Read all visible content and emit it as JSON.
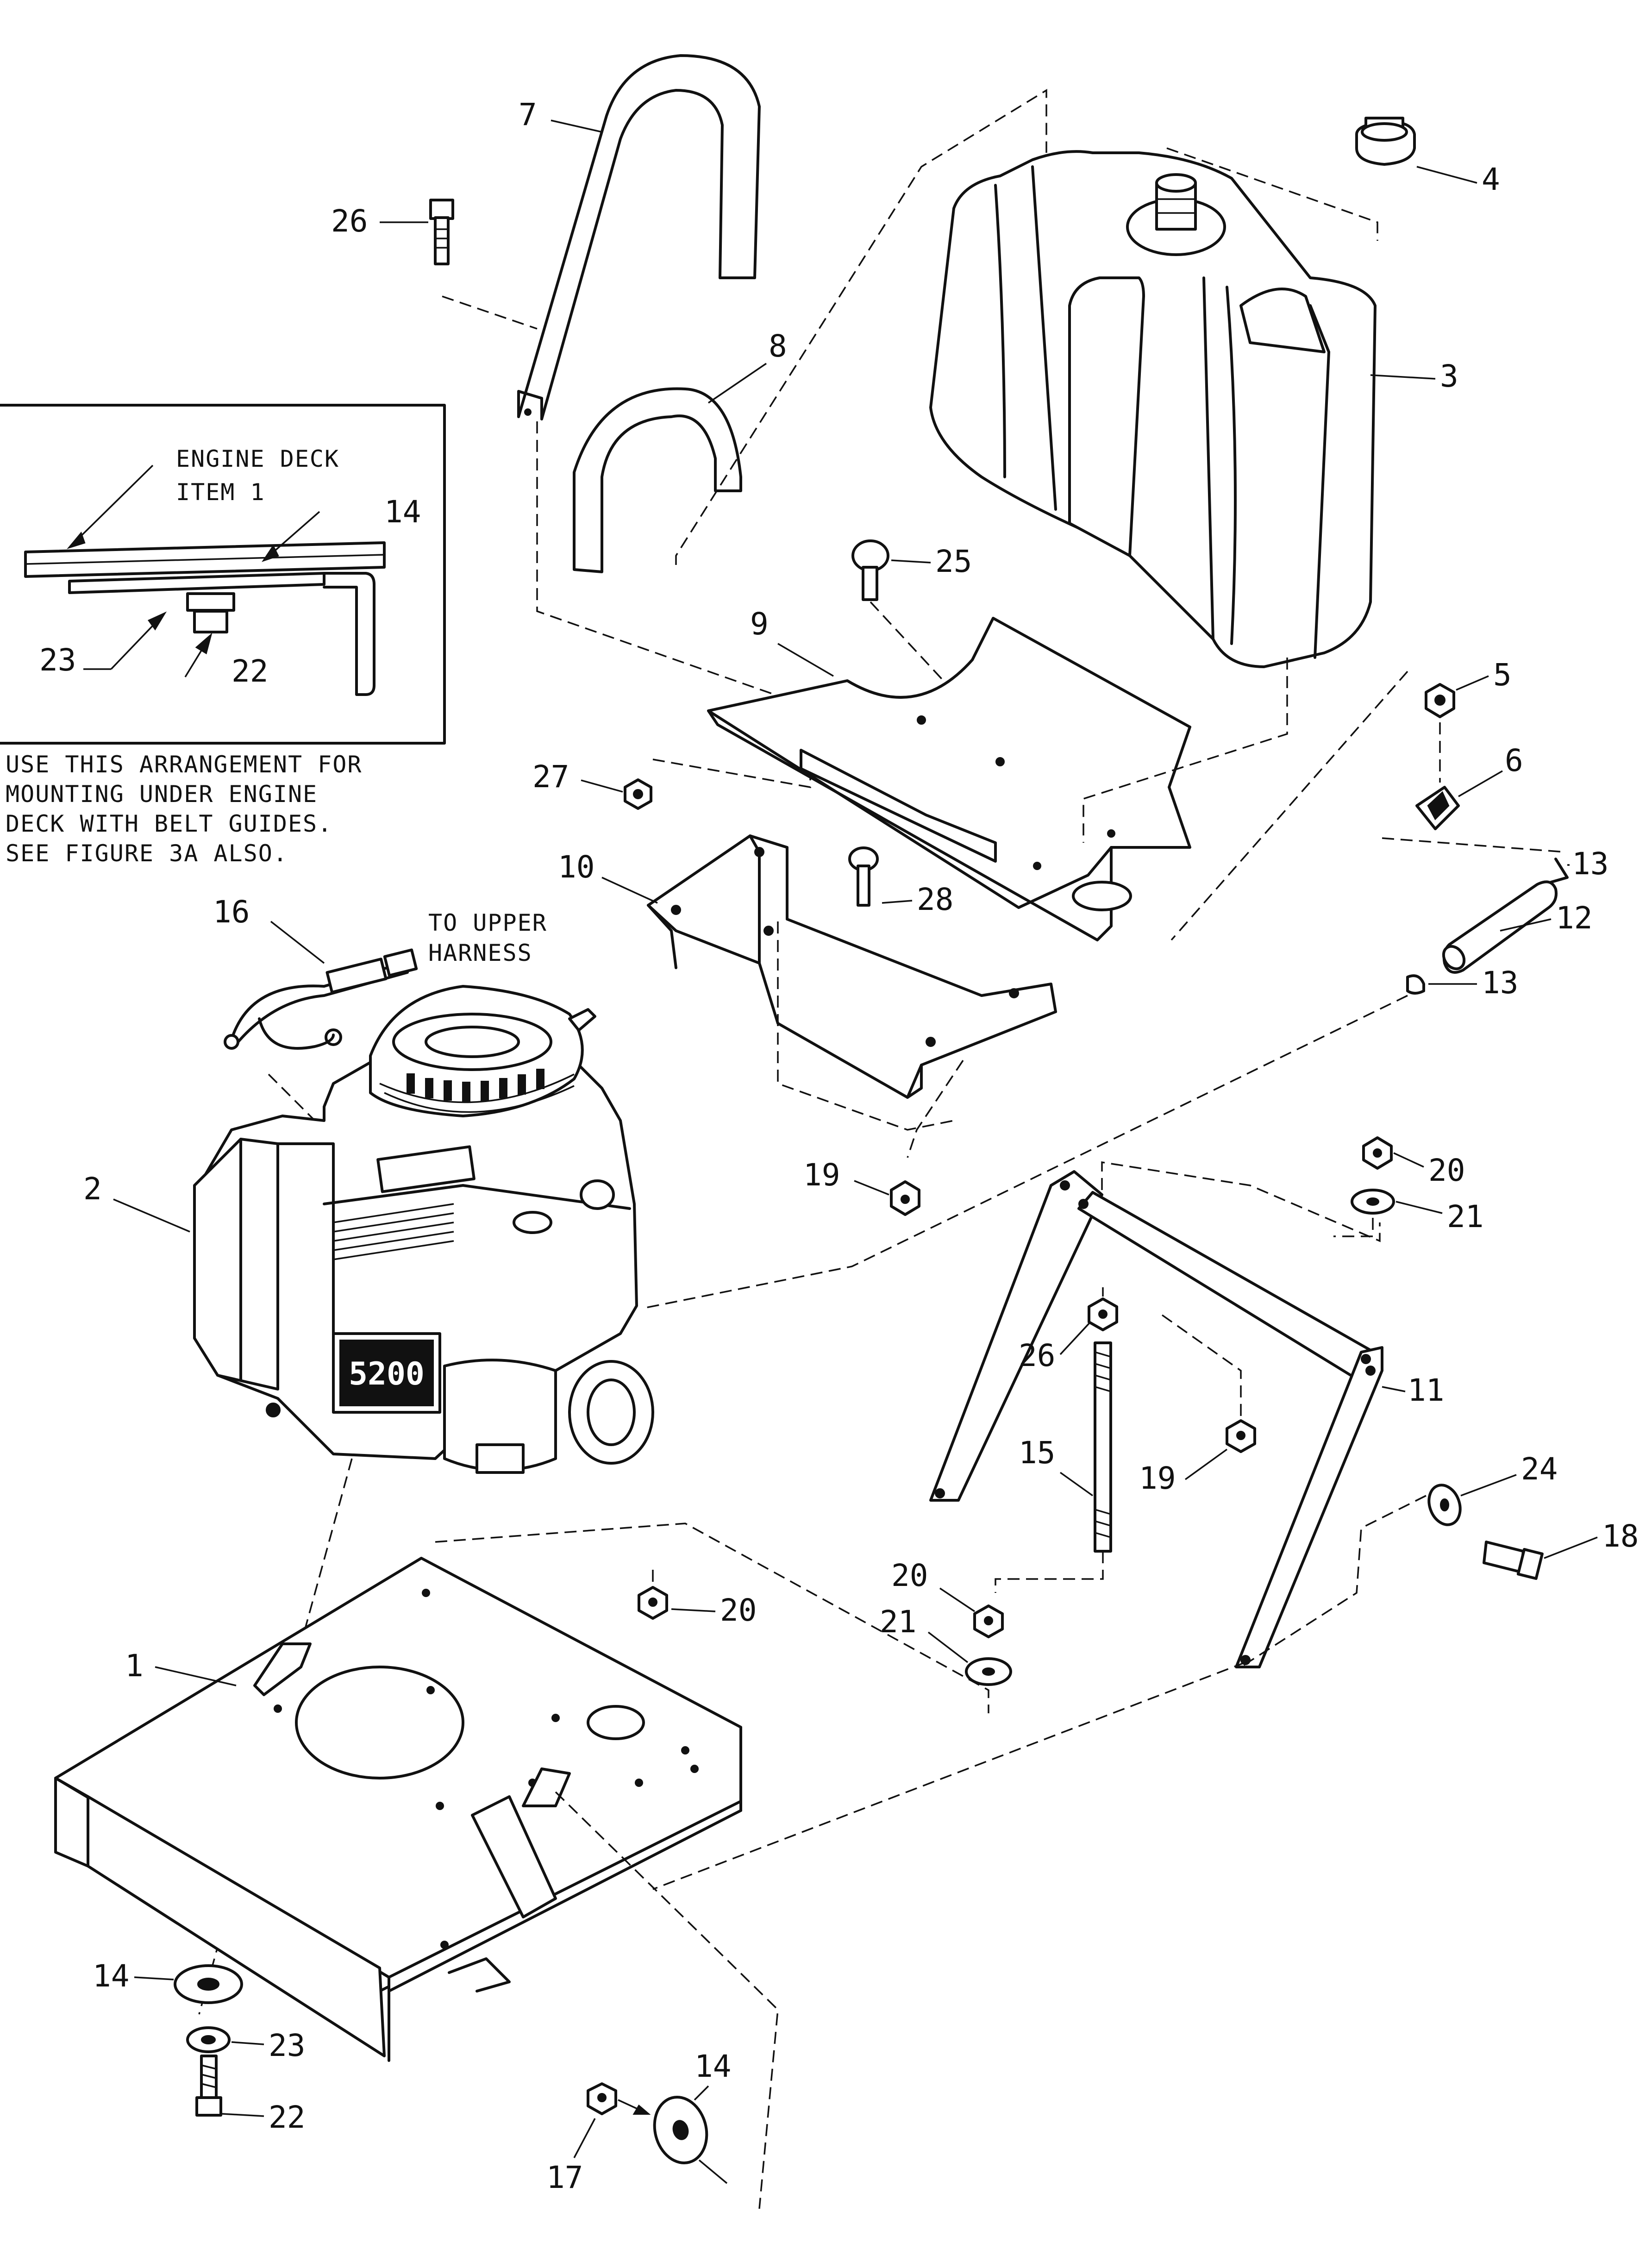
{
  "callouts": {
    "c1": "1",
    "c2": "2",
    "c3": "3",
    "c4": "4",
    "c5": "5",
    "c6": "6",
    "c7": "7",
    "c8": "8",
    "c9": "9",
    "c10": "10",
    "c11": "11",
    "c12": "12",
    "c13a": "13",
    "c13b": "13",
    "c14_inset": "14",
    "c14_left": "14",
    "c14_bottom": "14",
    "c15": "15",
    "c16": "16",
    "c17": "17",
    "c18": "18",
    "c19a": "19",
    "c19b": "19",
    "c20a": "20",
    "c20b": "20",
    "c20c": "20",
    "c21a": "21",
    "c21b": "21",
    "c22_inset": "22",
    "c22": "22",
    "c23_inset": "23",
    "c23": "23",
    "c24": "24",
    "c25": "25",
    "c26a": "26",
    "c26b": "26",
    "c27": "27",
    "c28": "28"
  },
  "inset": {
    "label_line1": "ENGINE DECK",
    "label_line2": "ITEM 1",
    "note_line1": "USE THIS ARRANGEMENT FOR",
    "note_line2": "MOUNTING UNDER ENGINE",
    "note_line3": "DECK WITH BELT GUIDES.",
    "note_line4": "SEE FIGURE 3A ALSO."
  },
  "harness": {
    "line1": "TO UPPER",
    "line2": "HARNESS"
  },
  "engine_badge": "5200"
}
